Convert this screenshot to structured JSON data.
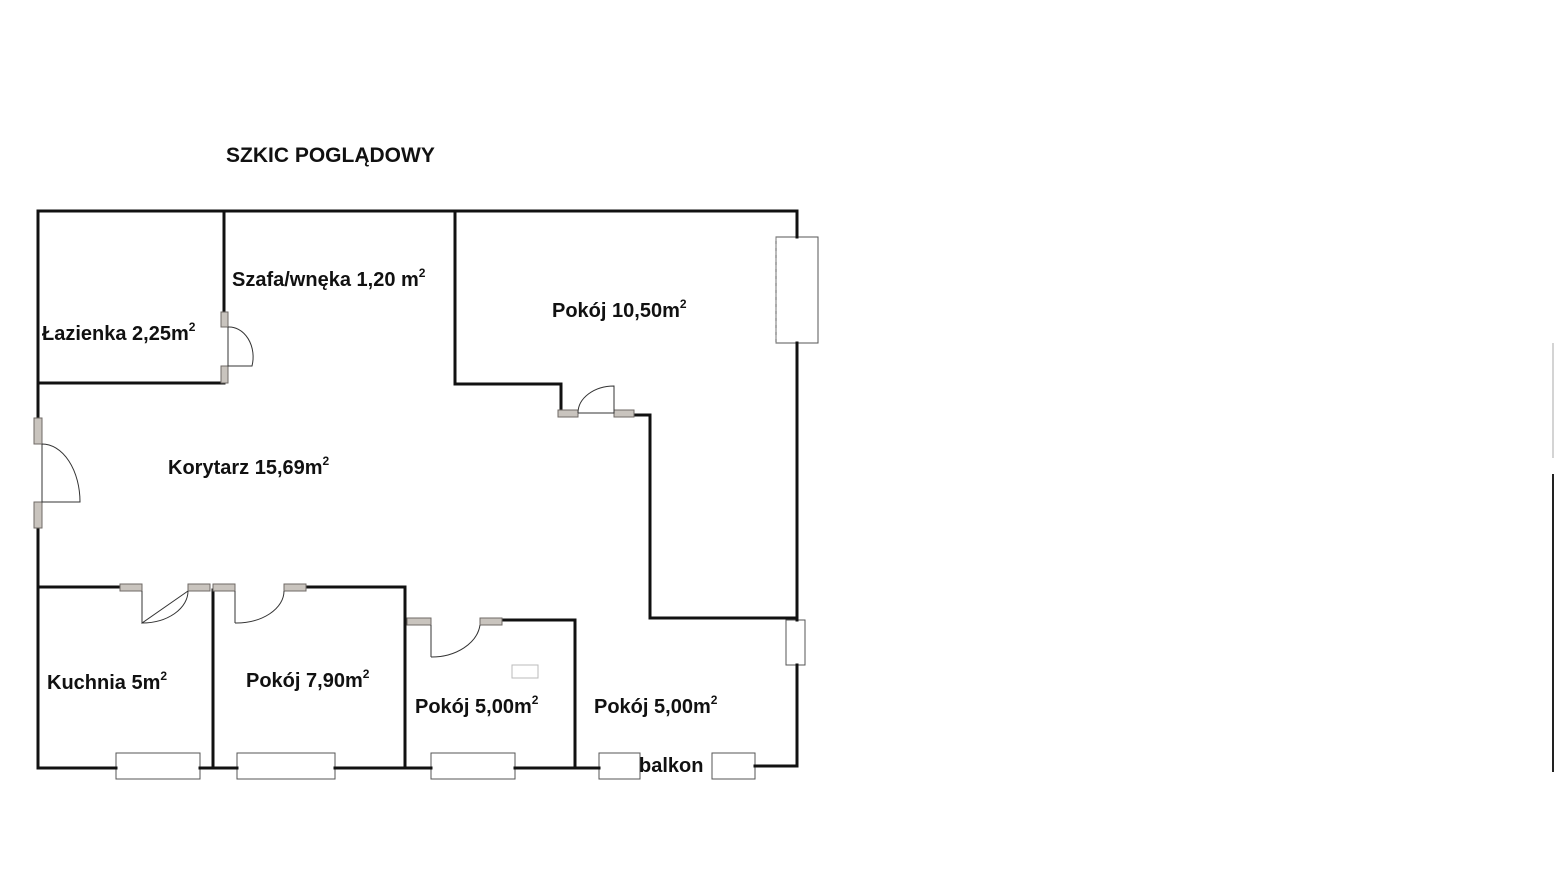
{
  "title": "SZKIC POGLĄDOWY",
  "rooms": {
    "lazienka": {
      "name": "Łazienka",
      "area": "2,25m",
      "sup": "2"
    },
    "szafa": {
      "name": "Szafa/wnęka",
      "area": "1,20 m",
      "sup": "2"
    },
    "pokoj_large": {
      "name": "Pokój",
      "area": "10,50m",
      "sup": "2"
    },
    "korytarz": {
      "name": "Korytarz",
      "area": "15,69m",
      "sup": "2"
    },
    "kuchnia": {
      "name": "Kuchnia",
      "area": "5m",
      "sup": "2"
    },
    "pokoj_790": {
      "name": "Pokój",
      "area": "7,90m",
      "sup": "2"
    },
    "pokoj_500_a": {
      "name": "Pokój",
      "area": "5,00m",
      "sup": "2"
    },
    "pokoj_500_b": {
      "name": "Pokój",
      "area": "5,00m",
      "sup": "2"
    }
  },
  "balcony_label": "balkon"
}
